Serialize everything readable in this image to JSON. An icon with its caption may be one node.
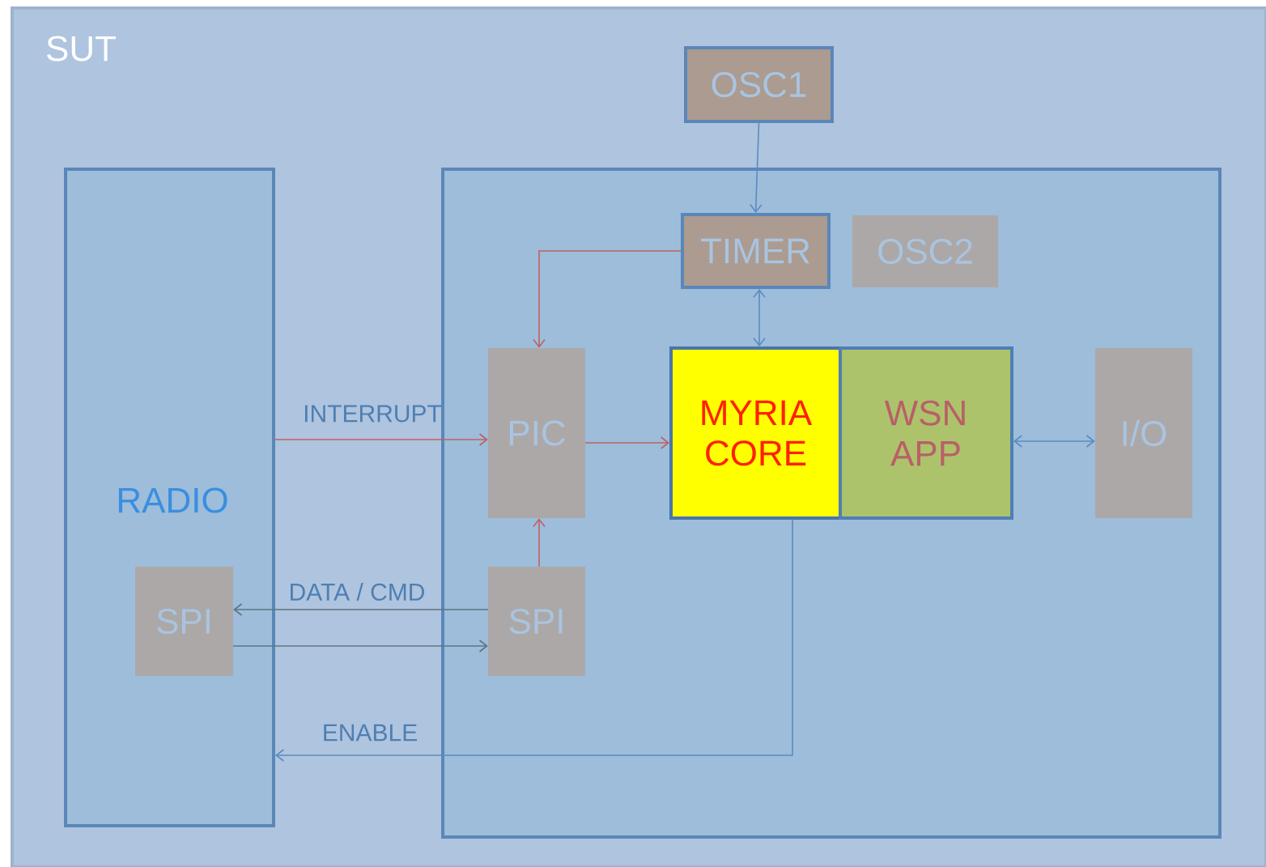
{
  "diagram": {
    "nodes": [
      {
        "text": [
          "SUT"
        ]
      },
      {
        "text": [
          "RADIO"
        ],
        "in": 0
      },
      {
        "text": [
          "SPI"
        ],
        "in": 1
      },
      {
        "text": [
          "OSC1"
        ],
        "in": 0
      },
      {
        "text": [],
        "shape": "box",
        "in": 0
      },
      {
        "text": [
          "TIMER"
        ],
        "in": 4
      },
      {
        "text": [
          "OSC2"
        ],
        "in": 4
      },
      {
        "text": [
          "PIC"
        ],
        "in": 4
      },
      {
        "text": [
          "MYRIA CORE"
        ],
        "in": 4
      },
      {
        "text": [
          "WSN APP"
        ],
        "in": 4
      },
      {
        "text": [
          "I/O"
        ],
        "in": 4
      },
      {
        "text": [
          "SPI"
        ],
        "in": 4
      }
    ],
    "edges": [
      {
        "from": 3,
        "to": 5,
        "arrow": "to"
      },
      {
        "from": 5,
        "to": 7,
        "arrow": "to",
        "color": "#c0605f"
      },
      {
        "from": 5,
        "to": 8,
        "arrow": "both"
      },
      {
        "from": 1,
        "to": 7,
        "arrow": "to",
        "label": "INTERRUPT",
        "color": "#c0605f"
      },
      {
        "from": 7,
        "to": 8,
        "arrow": "to",
        "color": "#c0605f"
      },
      {
        "from": 11,
        "to": 7,
        "arrow": "to",
        "color": "#c0605f"
      },
      {
        "from": 11,
        "to": 2,
        "arrow": "to",
        "label": "DATA / CMD",
        "color": "#5f7480"
      },
      {
        "from": 2,
        "to": 11,
        "arrow": "to",
        "color": "#5f7480"
      },
      {
        "from": 9,
        "to": 10,
        "arrow": "both"
      },
      {
        "from": 8,
        "to": 1,
        "arrow": "to",
        "label": "ENABLE"
      }
    ]
  }
}
